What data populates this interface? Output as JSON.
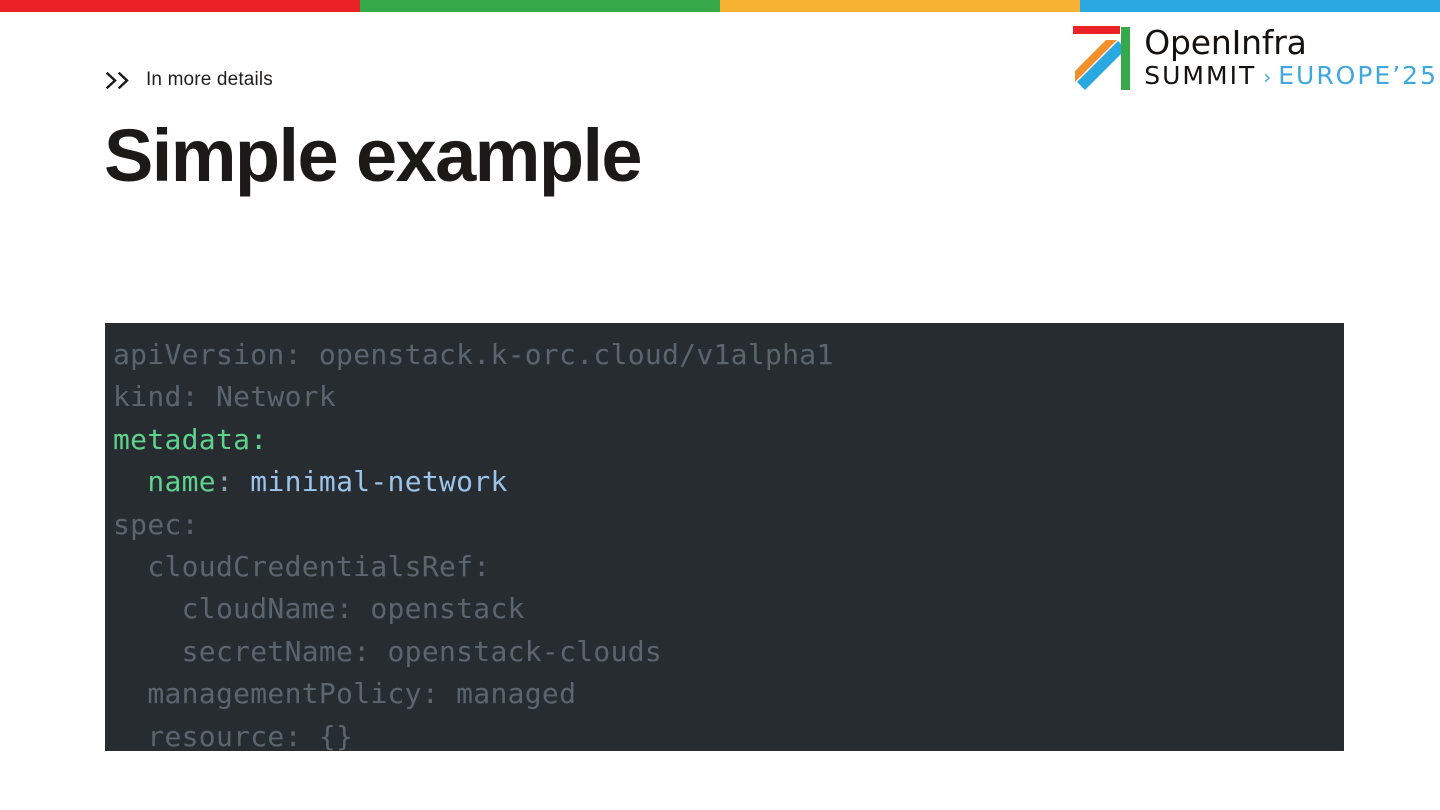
{
  "topbar": {
    "segments": [
      {
        "name": "red",
        "color": "#ea2227"
      },
      {
        "name": "green",
        "color": "#36a94b"
      },
      {
        "name": "orange",
        "color": "#f7b233"
      },
      {
        "name": "blue",
        "color": "#29a9e0"
      }
    ]
  },
  "logo": {
    "mark_icon": "openinfra-arrow-mark",
    "wordmark": "OpenInfra",
    "summit": "SUMMIT",
    "arrow": "›",
    "edition": "EUROPE’25",
    "accent_color": "#3fa9dd"
  },
  "header": {
    "chevron_icon": "double-chevron-right-icon",
    "eyebrow": "In more details",
    "title": "Simple example"
  },
  "code": {
    "language": "yaml",
    "background": "#272c31",
    "dim_color": "#5c656d",
    "key_color": "#5fd38d",
    "string_color": "#9cc4ea",
    "lines": [
      {
        "text": "apiVersion: openstack.k-orc.cloud/v1alpha1",
        "tokens": [
          {
            "t": "apiVersion: openstack.k-orc.cloud/v1alpha1",
            "c": "tok-dim"
          }
        ]
      },
      {
        "text": "kind: Network",
        "tokens": [
          {
            "t": "kind: Network",
            "c": "tok-dim"
          }
        ]
      },
      {
        "text": "metadata:",
        "tokens": [
          {
            "t": "metadata",
            "c": "tok-key"
          },
          {
            "t": ":",
            "c": "tok-key"
          }
        ]
      },
      {
        "text": "  name: minimal-network",
        "tokens": [
          {
            "t": "  ",
            "c": "tok-dim"
          },
          {
            "t": "name",
            "c": "tok-key"
          },
          {
            "t": ": ",
            "c": "tok-punct"
          },
          {
            "t": "minimal-network",
            "c": "tok-string"
          }
        ]
      },
      {
        "text": "spec:",
        "tokens": [
          {
            "t": "spec:",
            "c": "tok-dim"
          }
        ]
      },
      {
        "text": "  cloudCredentialsRef:",
        "tokens": [
          {
            "t": "  cloudCredentialsRef:",
            "c": "tok-dim"
          }
        ]
      },
      {
        "text": "    cloudName: openstack",
        "tokens": [
          {
            "t": "    cloudName: openstack",
            "c": "tok-dim"
          }
        ]
      },
      {
        "text": "    secretName: openstack-clouds",
        "tokens": [
          {
            "t": "    secretName: openstack-clouds",
            "c": "tok-dim"
          }
        ]
      },
      {
        "text": "  managementPolicy: managed",
        "tokens": [
          {
            "t": "  managementPolicy: managed",
            "c": "tok-dim"
          }
        ]
      },
      {
        "text": "  resource: {}",
        "tokens": [
          {
            "t": "  resource: {}",
            "c": "tok-dim"
          }
        ]
      }
    ]
  }
}
